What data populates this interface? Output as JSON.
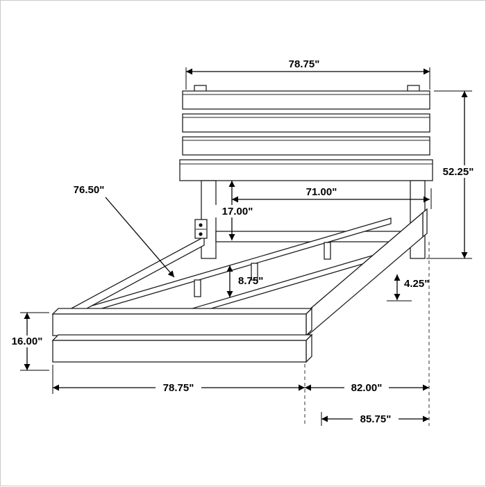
{
  "diagram": {
    "type": "furniture-dimension-drawing",
    "subject": "bed frame with slatted headboard and footboard",
    "dimensions": {
      "headboard_width": "78.75\"",
      "overall_height": "52.25\"",
      "inner_width": "71.00\"",
      "headboard_leg_height": "17.00\"",
      "side_rail_length": "76.50\"",
      "slat_support_height": "8.75\"",
      "rail_thickness": "4.25\"",
      "footboard_height": "16.00\"",
      "footboard_width": "78.75\"",
      "frame_length": "82.00\"",
      "overall_length": "85.75\""
    }
  }
}
